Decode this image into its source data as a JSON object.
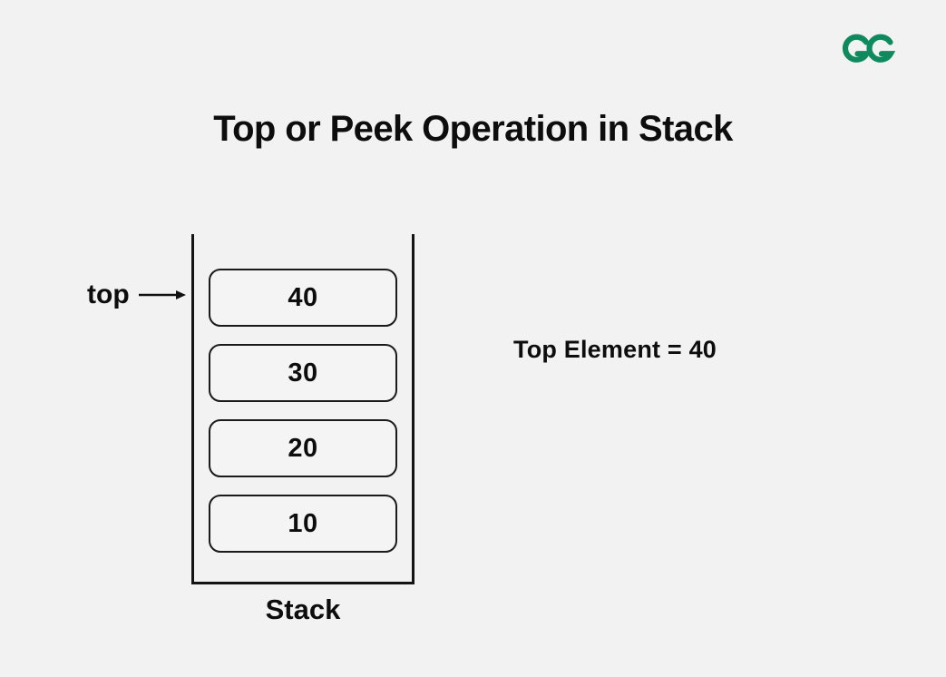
{
  "page": {
    "background_color": "#f2f2f2",
    "title": "Top or Peek Operation in Stack"
  },
  "brand": {
    "logo_name": "geeksforgeeks-logo",
    "color": "#0f8a5f"
  },
  "diagram": {
    "type": "stack",
    "caption": "Stack",
    "pointer": {
      "label": "top",
      "arrow_icon": "right-arrow-icon",
      "points_to_index": 0
    },
    "cells": [
      {
        "value": "40"
      },
      {
        "value": "30"
      },
      {
        "value": "20"
      },
      {
        "value": "10"
      }
    ],
    "annotation": "Top Element = 40"
  }
}
